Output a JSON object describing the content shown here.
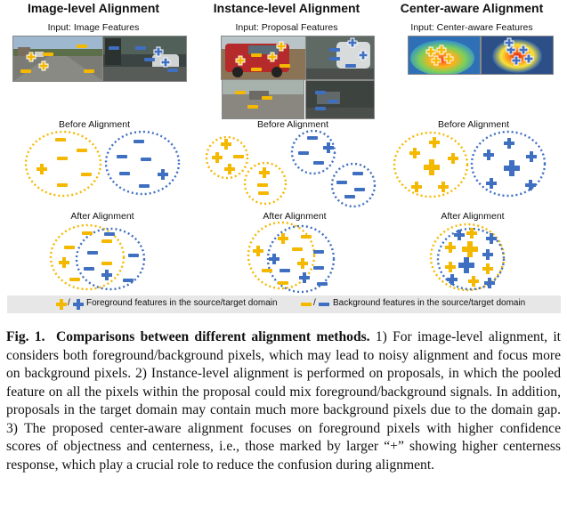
{
  "columns": [
    {
      "title": "Image-level Alignment",
      "input_label": "Input: Image Features"
    },
    {
      "title": "Instance-level Alignment",
      "input_label": "Input: Proposal Features"
    },
    {
      "title": "Center-aware Alignment",
      "input_label": "Input: Center-aware Features"
    }
  ],
  "before_label": "Before Alignment",
  "after_label": "After Alignment",
  "legend": {
    "slash1": "/",
    "foreground": "Foreground features in the source/target domain",
    "slash2": "/",
    "background": "Background features in the source/target domain"
  },
  "colors": {
    "source": "#F5B800",
    "target": "#3F6FC1",
    "legend_bg": "#e7e7e7"
  },
  "caption": {
    "label": "Fig. 1.",
    "heading": "Comparisons between different alignment methods.",
    "body": "1) For image-level alignment, it considers both foreground/background pixels, which may lead to noisy alignment and focus more on background pixels. 2) Instance-level alignment is performed on proposals, in which the pooled feature on all the pixels within the proposal could mix foreground/background signals. In addition, proposals in the target domain may contain much more background pixels due to the domain gap. 3) The proposed center-aware alignment focuses on foreground pixels with higher confidence scores of objectness and centerness, i.e., those marked by larger “+” showing higher centerness response, which play a crucial role to reduce the confusion during alignment."
  }
}
